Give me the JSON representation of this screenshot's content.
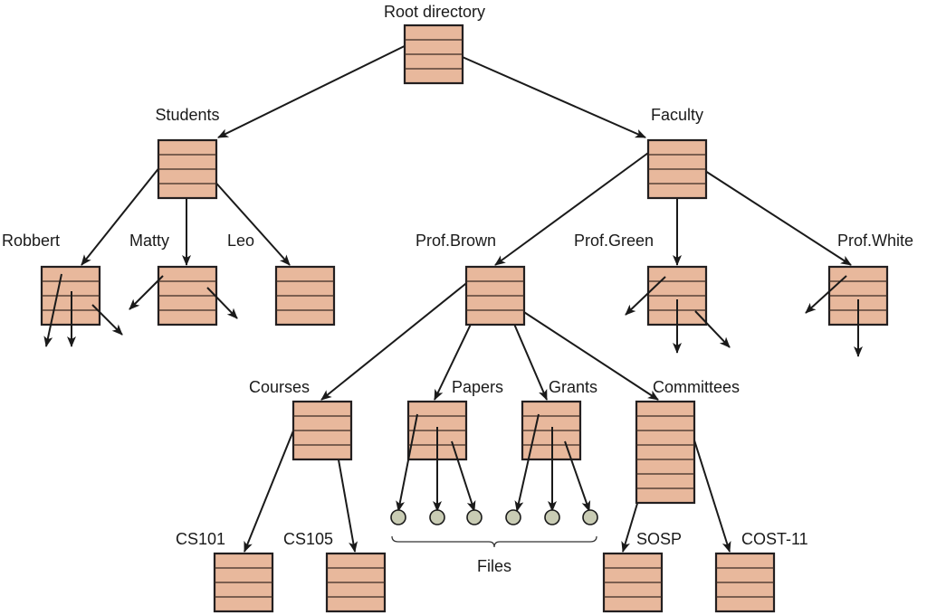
{
  "diagram": {
    "title": "Hierarchical directory system",
    "colors": {
      "directory_fill": "#e8b89c",
      "file_fill": "#c9ccb4",
      "stroke": "#231f20"
    },
    "nodes": [
      {
        "id": "root",
        "label": "Root directory",
        "type": "directory"
      },
      {
        "id": "students",
        "label": "Students",
        "type": "directory"
      },
      {
        "id": "faculty",
        "label": "Faculty",
        "type": "directory"
      },
      {
        "id": "robbert",
        "label": "Robbert",
        "type": "directory"
      },
      {
        "id": "matty",
        "label": "Matty",
        "type": "directory"
      },
      {
        "id": "leo",
        "label": "Leo",
        "type": "directory"
      },
      {
        "id": "brown",
        "label": "Prof.Brown",
        "type": "directory"
      },
      {
        "id": "green",
        "label": "Prof.Green",
        "type": "directory"
      },
      {
        "id": "white",
        "label": "Prof.White",
        "type": "directory"
      },
      {
        "id": "courses",
        "label": "Courses",
        "type": "directory"
      },
      {
        "id": "papers",
        "label": "Papers",
        "type": "directory"
      },
      {
        "id": "grants",
        "label": "Grants",
        "type": "directory"
      },
      {
        "id": "committees",
        "label": "Committees",
        "type": "directory"
      },
      {
        "id": "cs101",
        "label": "CS101",
        "type": "directory"
      },
      {
        "id": "cs105",
        "label": "CS105",
        "type": "directory"
      },
      {
        "id": "sosp",
        "label": "SOSP",
        "type": "directory"
      },
      {
        "id": "cost11",
        "label": "COST-11",
        "type": "directory"
      }
    ],
    "edges": [
      [
        "root",
        "students"
      ],
      [
        "root",
        "faculty"
      ],
      [
        "students",
        "robbert"
      ],
      [
        "students",
        "matty"
      ],
      [
        "students",
        "leo"
      ],
      [
        "faculty",
        "brown"
      ],
      [
        "faculty",
        "green"
      ],
      [
        "faculty",
        "white"
      ],
      [
        "brown",
        "courses"
      ],
      [
        "brown",
        "papers"
      ],
      [
        "brown",
        "grants"
      ],
      [
        "brown",
        "committees"
      ],
      [
        "courses",
        "cs101"
      ],
      [
        "courses",
        "cs105"
      ],
      [
        "committees",
        "sosp"
      ],
      [
        "committees",
        "cost11"
      ]
    ],
    "files_label": "Files",
    "file_count": 6
  }
}
